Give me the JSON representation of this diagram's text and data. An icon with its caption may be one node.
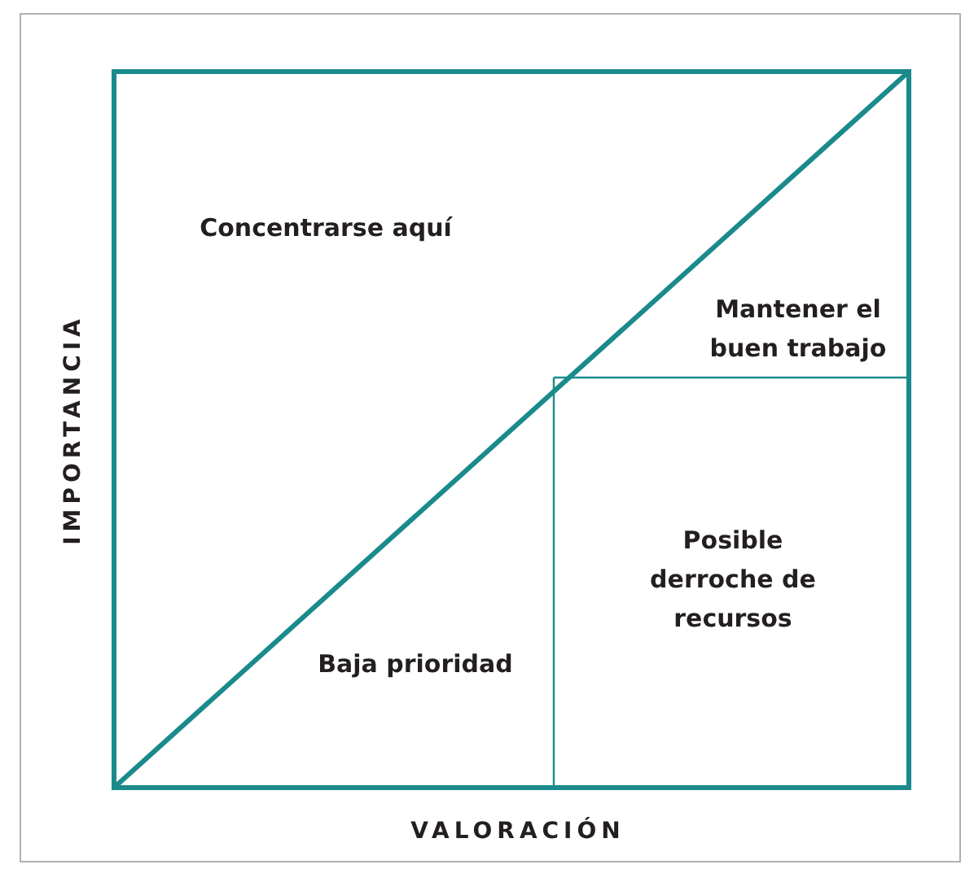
{
  "diagram": {
    "labels": [
      "Concentrarse aquí",
      "Mantener el buen trabajo",
      "Posible derroche de recursos",
      "Baja prioridad",
      "IMPORTANCIA",
      "VALORACIÓN"
    ]
  }
}
